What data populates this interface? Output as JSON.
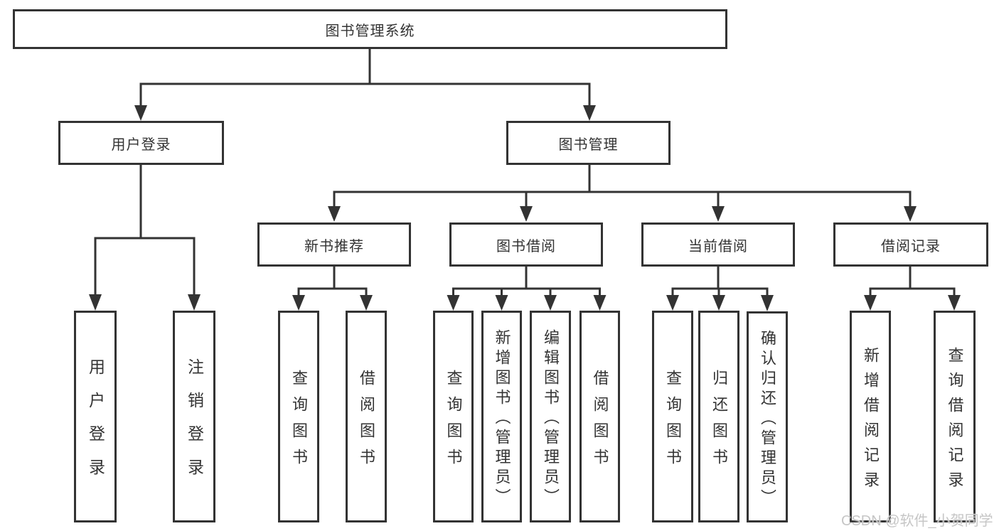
{
  "colors": {
    "line": "#333333",
    "text": "#333333",
    "background": "#ffffff",
    "watermark": "#c6c6c6"
  },
  "watermark": "CSDN @软件_小贺同学",
  "tree": {
    "root": "图书管理系统",
    "user_login": {
      "label": "用户登录",
      "children": [
        "用户登录",
        "注销登录"
      ]
    },
    "book_management": {
      "label": "图书管理",
      "modules": [
        {
          "label": "新书推荐",
          "children": [
            "查询图书",
            "借阅图书"
          ]
        },
        {
          "label": "图书借阅",
          "children": [
            "查询图书",
            "新增图书（管理员）",
            "编辑图书（管理员）",
            "借阅图书"
          ]
        },
        {
          "label": "当前借阅",
          "children": [
            "查询图书",
            "归还图书",
            "确认归还（管理员）"
          ]
        },
        {
          "label": "借阅记录",
          "children": [
            "新增借阅记录",
            "查询借阅记录"
          ]
        }
      ]
    }
  }
}
